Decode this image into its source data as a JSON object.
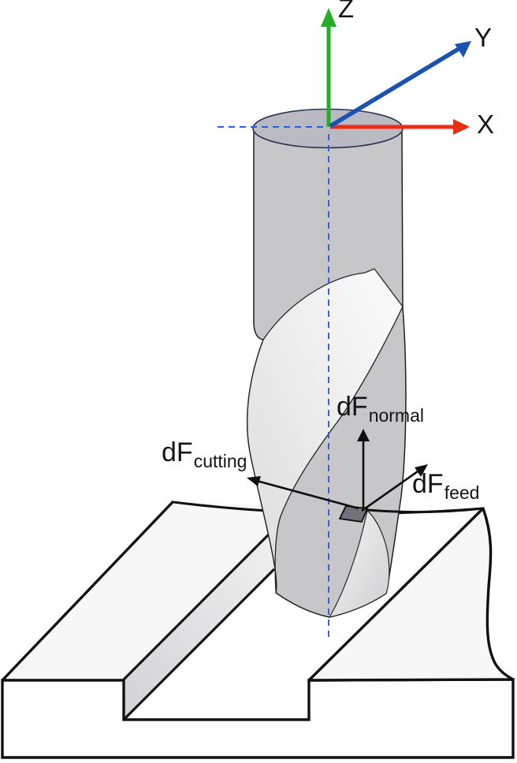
{
  "diagram": {
    "axes": {
      "x": {
        "label": "X",
        "color": "#ee2d10"
      },
      "y": {
        "label": "Y",
        "color": "#1a52b4"
      },
      "z": {
        "label": "Z",
        "color": "#27ae27"
      }
    },
    "centerline": {
      "color": "#2e5cd6",
      "style": "dashed"
    },
    "forces": {
      "normal": {
        "prefix": "dF",
        "subscript": "normal"
      },
      "cutting": {
        "prefix": "dF",
        "subscript": "cutting"
      },
      "feed": {
        "prefix": "dF",
        "subscript": "feed"
      }
    },
    "palette": {
      "tool_body": "#c7c7c9",
      "tool_top": "#b9bac2",
      "flute_highlight": "#f6f6f6",
      "workpiece_face": "#fdfdfd",
      "slot_wall": "#d9d9d9",
      "chip_element": "#71727a",
      "outline": "#111111"
    }
  }
}
